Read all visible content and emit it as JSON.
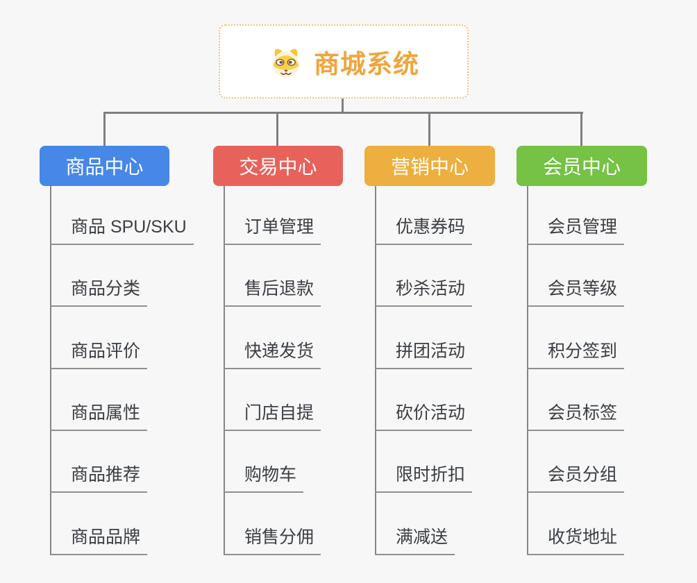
{
  "app": {
    "title": "商城系统"
  },
  "theme": {
    "canvas_bg": "#f7f7f7",
    "root_border": "#f2c079",
    "root_text": "#f0a53e",
    "connector": "#7f7f7f",
    "item_text": "#3a3e43",
    "item_underline": "#8f8f8f"
  },
  "root": {
    "label": "商城系统",
    "icon": "doge-icon"
  },
  "branches": [
    {
      "label": "商品中心",
      "color": "#4687e8",
      "items": [
        "商品 SPU/SKU",
        "商品分类",
        "商品评价",
        "商品属性",
        "商品推荐",
        "商品品牌"
      ]
    },
    {
      "label": "交易中心",
      "color": "#e8625c",
      "items": [
        "订单管理",
        "售后退款",
        "快递发货",
        "门店自提",
        "购物车",
        "销售分佣"
      ]
    },
    {
      "label": "营销中心",
      "color": "#edaf3f",
      "items": [
        "优惠券码",
        "秒杀活动",
        "拼团活动",
        "砍价活动",
        "限时折扣",
        "满减送"
      ]
    },
    {
      "label": "会员中心",
      "color": "#75c244",
      "items": [
        "会员管理",
        "会员等级",
        "积分签到",
        "会员标签",
        "会员分组",
        "收货地址"
      ]
    }
  ]
}
